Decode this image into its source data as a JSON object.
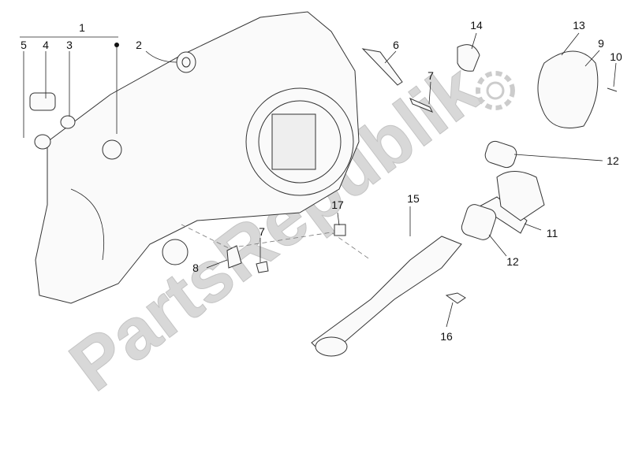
{
  "diagram": {
    "watermark": "PartsRepublik",
    "labels": [
      "1",
      "2",
      "3",
      "4",
      "5",
      "6",
      "7",
      "7",
      "8",
      "9",
      "10",
      "11",
      "12",
      "12",
      "13",
      "14",
      "15",
      "16",
      "17"
    ]
  }
}
